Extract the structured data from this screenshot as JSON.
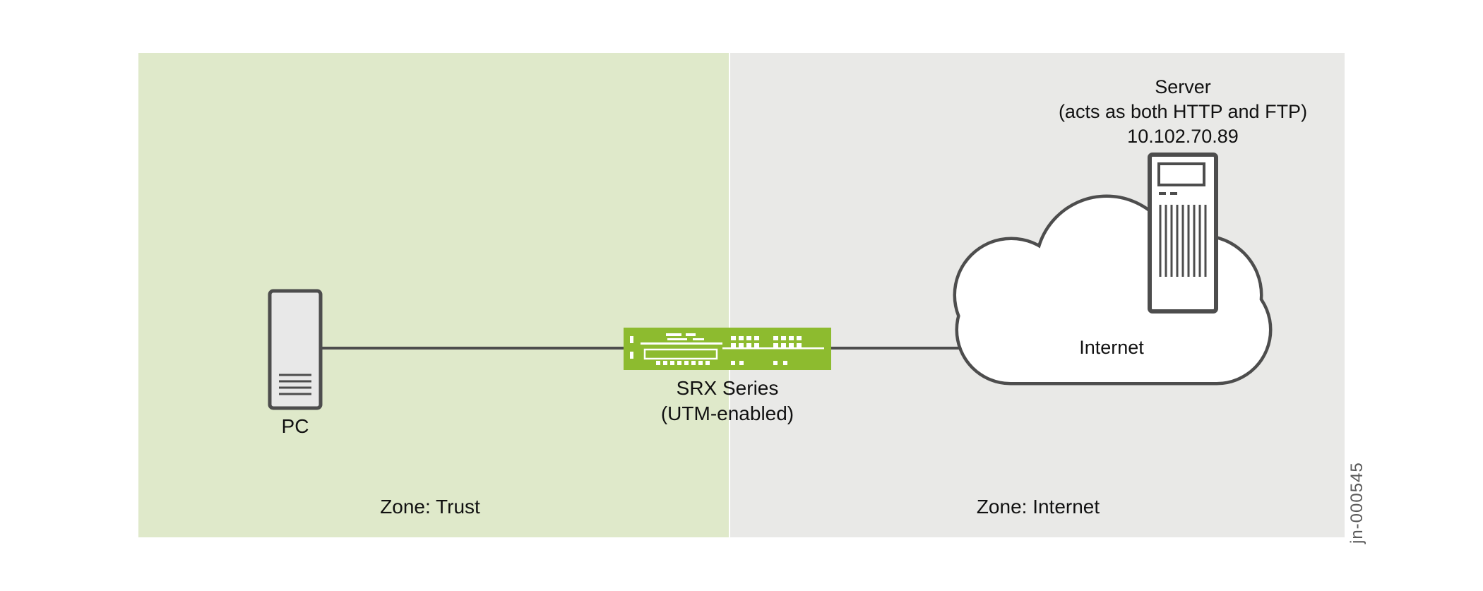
{
  "zones": {
    "trust": {
      "label": "Zone: Trust"
    },
    "internet": {
      "label": "Zone: Internet"
    }
  },
  "nodes": {
    "pc": {
      "label": "PC"
    },
    "srx": {
      "line1": "SRX Series",
      "line2": "(UTM-enabled)"
    },
    "cloud": {
      "label": "Internet"
    },
    "server": {
      "line1": "Server",
      "line2": "(acts as both HTTP and FTP)",
      "line3": "10.102.70.89"
    }
  },
  "figure_id": "jn-000545",
  "colors": {
    "trust_zone_bg": "#dfe9ca",
    "internet_zone_bg": "#e9e9e7",
    "srx_green": "#8dbb2f",
    "stroke": "#4d4d4d"
  }
}
